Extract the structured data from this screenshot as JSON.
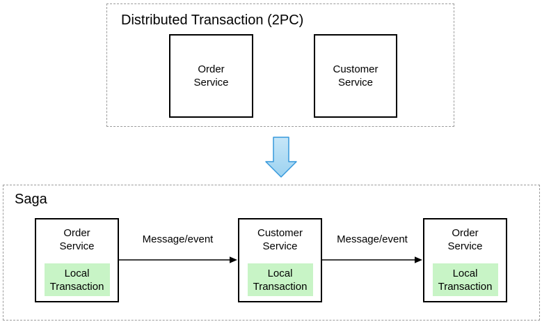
{
  "top_group": {
    "title": "Distributed Transaction (2PC)",
    "nodes": [
      {
        "label": "Order\nService"
      },
      {
        "label": "Customer\nService"
      }
    ]
  },
  "transform_arrow": {
    "meaning": "down-arrow"
  },
  "saga_group": {
    "title": "Saga",
    "nodes": [
      {
        "label": "Order\nService",
        "sub_label": "Local\nTransaction"
      },
      {
        "label": "Customer\nService",
        "sub_label": "Local\nTransaction"
      },
      {
        "label": "Order\nService",
        "sub_label": "Local\nTransaction"
      }
    ],
    "edges": [
      {
        "label": "Message/event"
      },
      {
        "label": "Message/event"
      }
    ]
  },
  "colors": {
    "dashed_border": "#9b9b9b",
    "node_border": "#000000",
    "local_transaction_fill": "#c8f4c6",
    "transform_arrow_fill_top": "#c6e6f8",
    "transform_arrow_fill_bottom": "#9cd2f0",
    "transform_arrow_stroke": "#3598db",
    "edge_color": "#000000",
    "background": "#ffffff"
  }
}
